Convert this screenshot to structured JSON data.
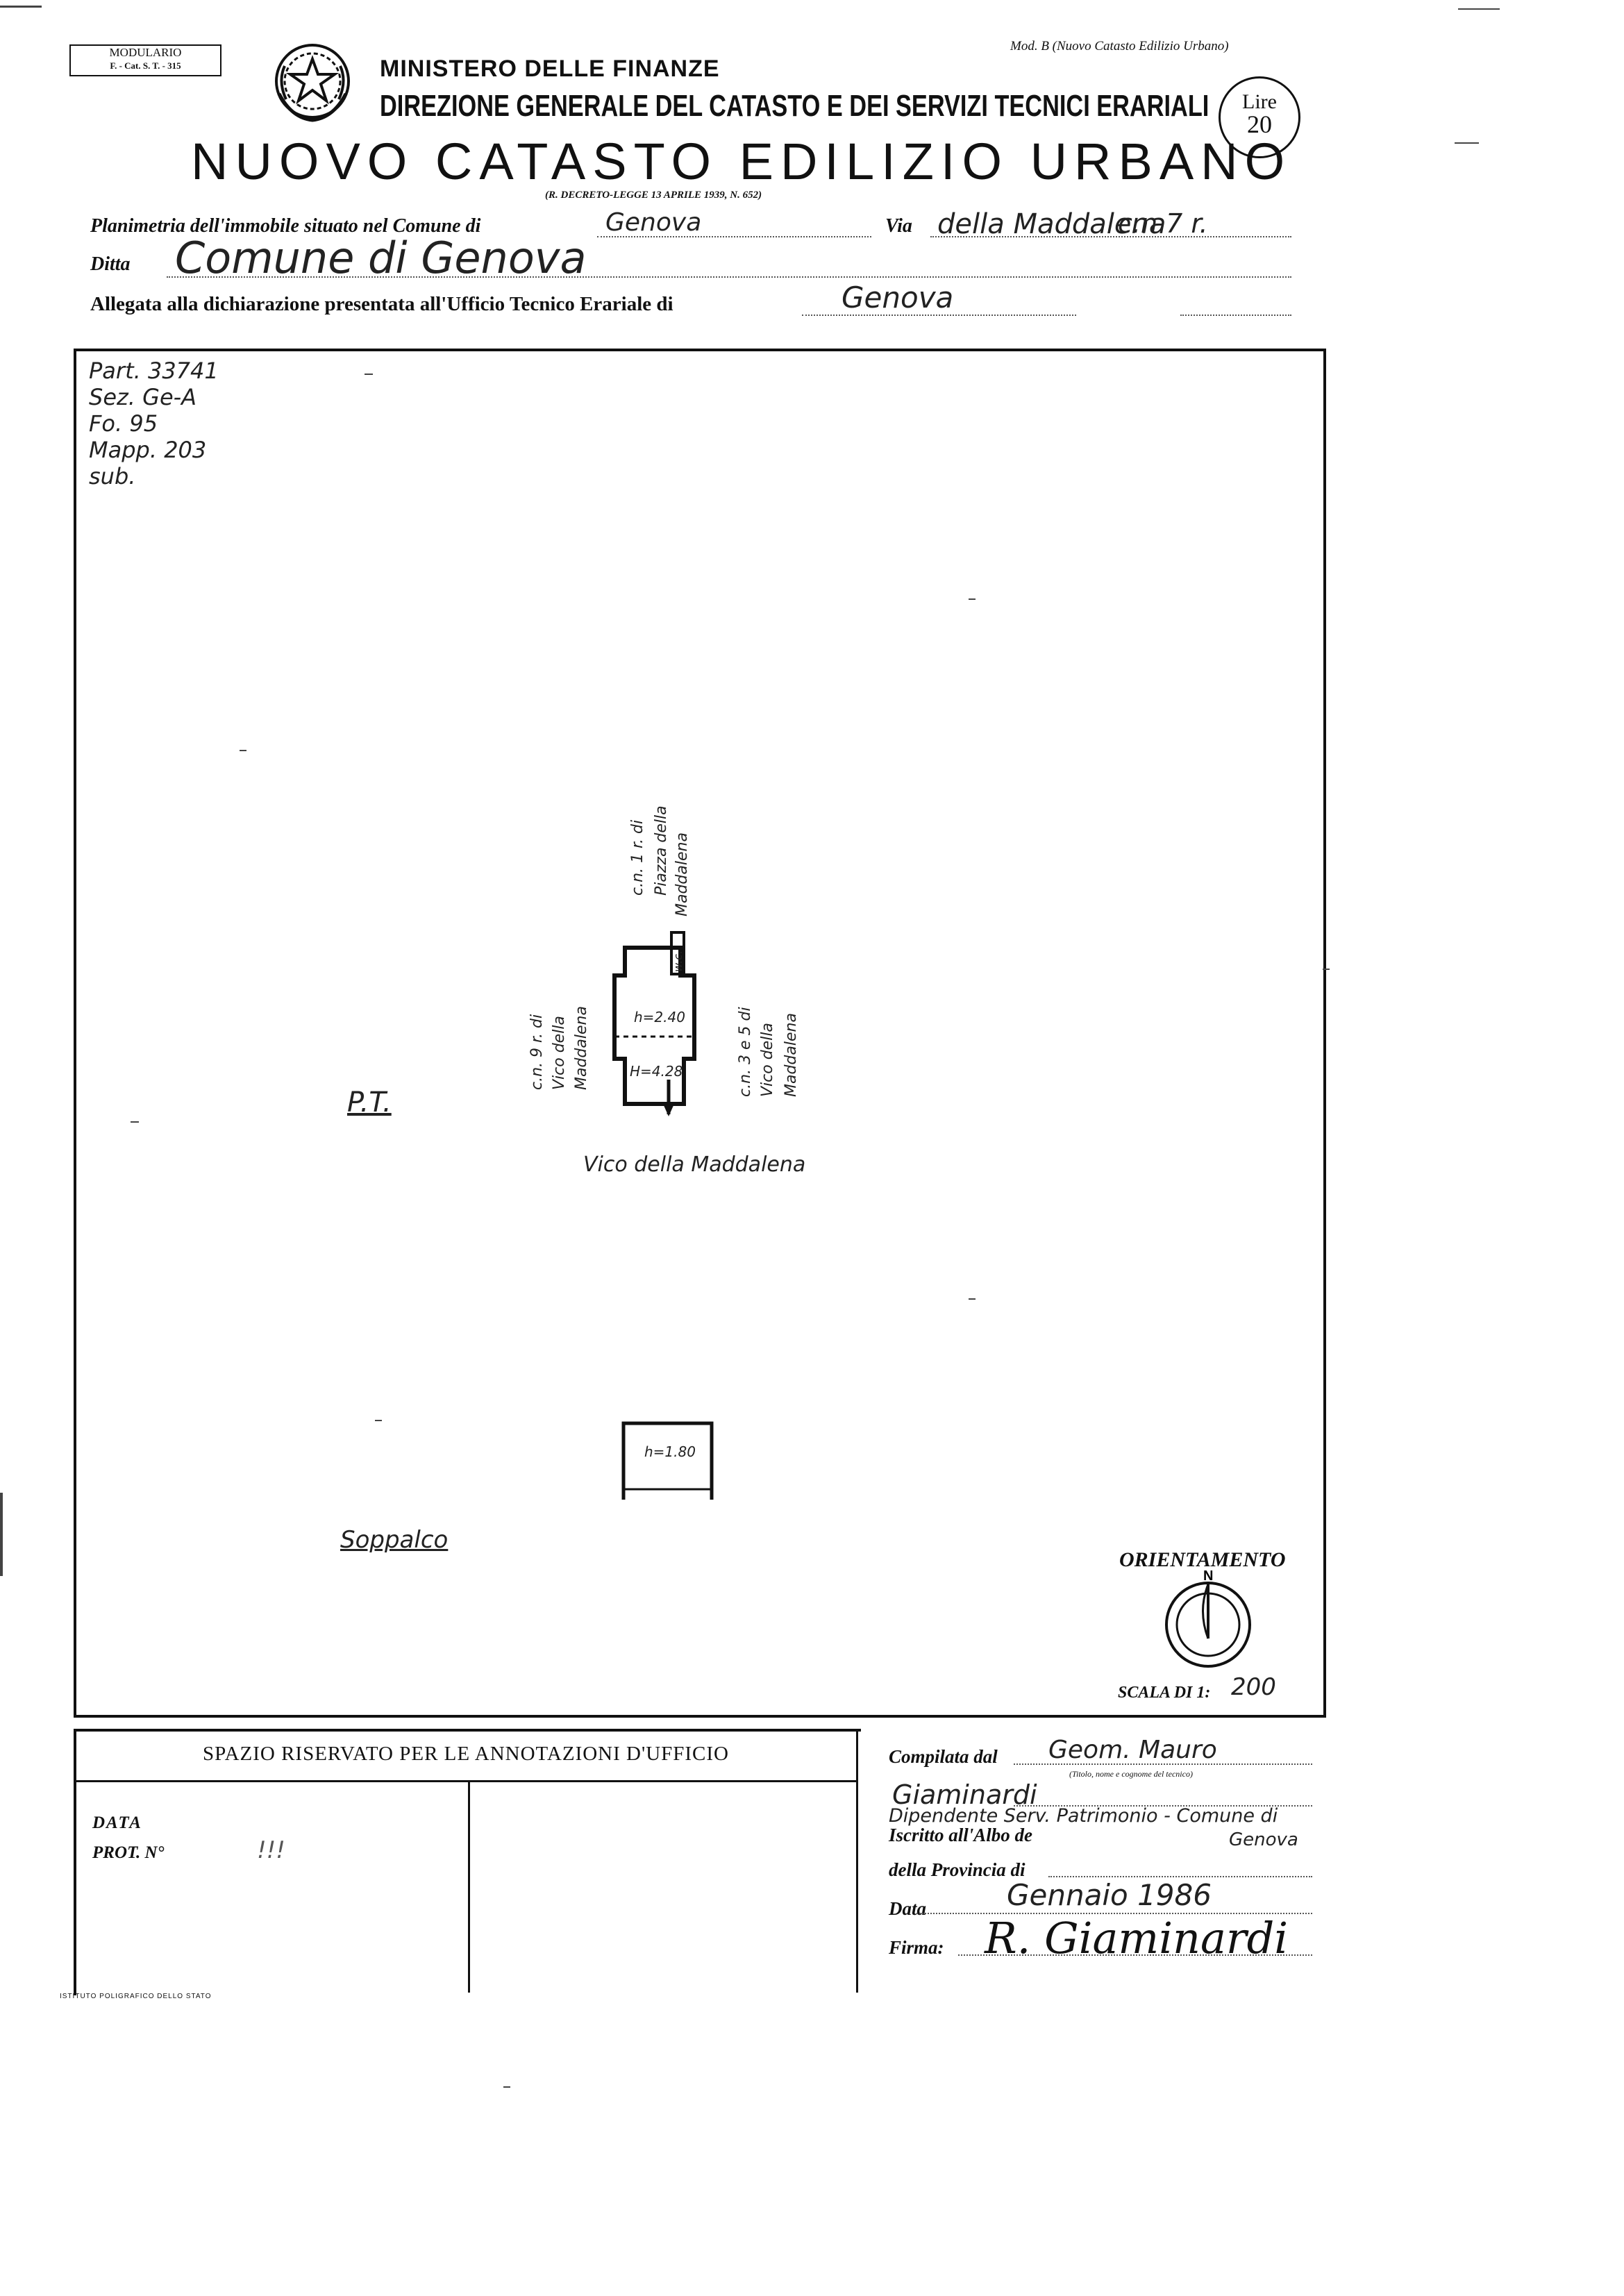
{
  "header": {
    "modulario_line1": "MODULARIO",
    "modulario_line2": "F. - Cat. S. T. - 315",
    "ministry": "MINISTERO DELLE FINANZE",
    "directorate": "DIREZIONE GENERALE DEL CATASTO E DEI SERVIZI TECNICI ERARIALI",
    "model": "Mod. B (Nuovo Catasto Edilizio Urbano)",
    "fee_label": "Lire",
    "fee_value": "20",
    "title": "NUOVO CATASTO EDILIZIO URBANO",
    "decree": "(R. DECRETO-LEGGE 13 APRILE 1939, N. 652)"
  },
  "form": {
    "planimetria_label": "Planimetria dell'immobile situato nel Comune di",
    "comune": "Genova",
    "via_label": "Via",
    "via_value": "della Maddalena",
    "civic_number": "c.n 7 r.",
    "ditta_label": "Ditta",
    "ditta_value": "Comune di Genova",
    "allegata_label": "Allegata alla dichiarazione presentata all'Ufficio Tecnico Erariale di",
    "ufficio_city": "Genova"
  },
  "cadastral_notes": [
    "Part. 33741",
    "Sez. Ge-A",
    "Fo. 95",
    "Mapp. 203",
    "sub."
  ],
  "plan": {
    "ground_floor_label": "P.T.",
    "street_bottom": "Vico della Maddalena",
    "left_label": [
      "c.n. 9 r. di",
      "Vico della",
      "Maddalena"
    ],
    "top_label": [
      "c.n. 1 r. di",
      "Piazza della",
      "Maddalena"
    ],
    "right_label": [
      "c.n. 3 e 5 di",
      "Vico della",
      "Maddalena"
    ],
    "wc_label": "w.c.",
    "height_upper": "h=2.40",
    "height_lower": "H=4.28",
    "mezzanine_label": "Soppalco",
    "mezzanine_height": "h=1.80",
    "orientation_label": "ORIENTAMENTO",
    "north_label": "N",
    "scale_label": "SCALA DI 1:",
    "scale_value": "200"
  },
  "office": {
    "title": "SPAZIO RISERVATO PER LE ANNOTAZIONI D'UFFICIO",
    "data_label": "DATA",
    "prot_label": "PROT. N°",
    "prot_value": "!!!",
    "printer": "ISTITUTO POLIGRAFICO DELLO STATO"
  },
  "compilation": {
    "compiled_by_label": "Compilata dal",
    "compiler_name_1": "Geom. Mauro",
    "name_hint": "(Titolo, nome e cognome del tecnico)",
    "compiler_name_2": "Giaminardi",
    "compiler_role": "Dipendente Serv. Patrimonio - Comune di",
    "albo_label": "Iscritto all'Albo de",
    "albo_city": "Genova",
    "provincia_label": "della Provincia di",
    "data_label": "Data",
    "data_value": "Gennaio 1986",
    "firma_label": "Firma:",
    "signature": "R. Giaminardi"
  }
}
